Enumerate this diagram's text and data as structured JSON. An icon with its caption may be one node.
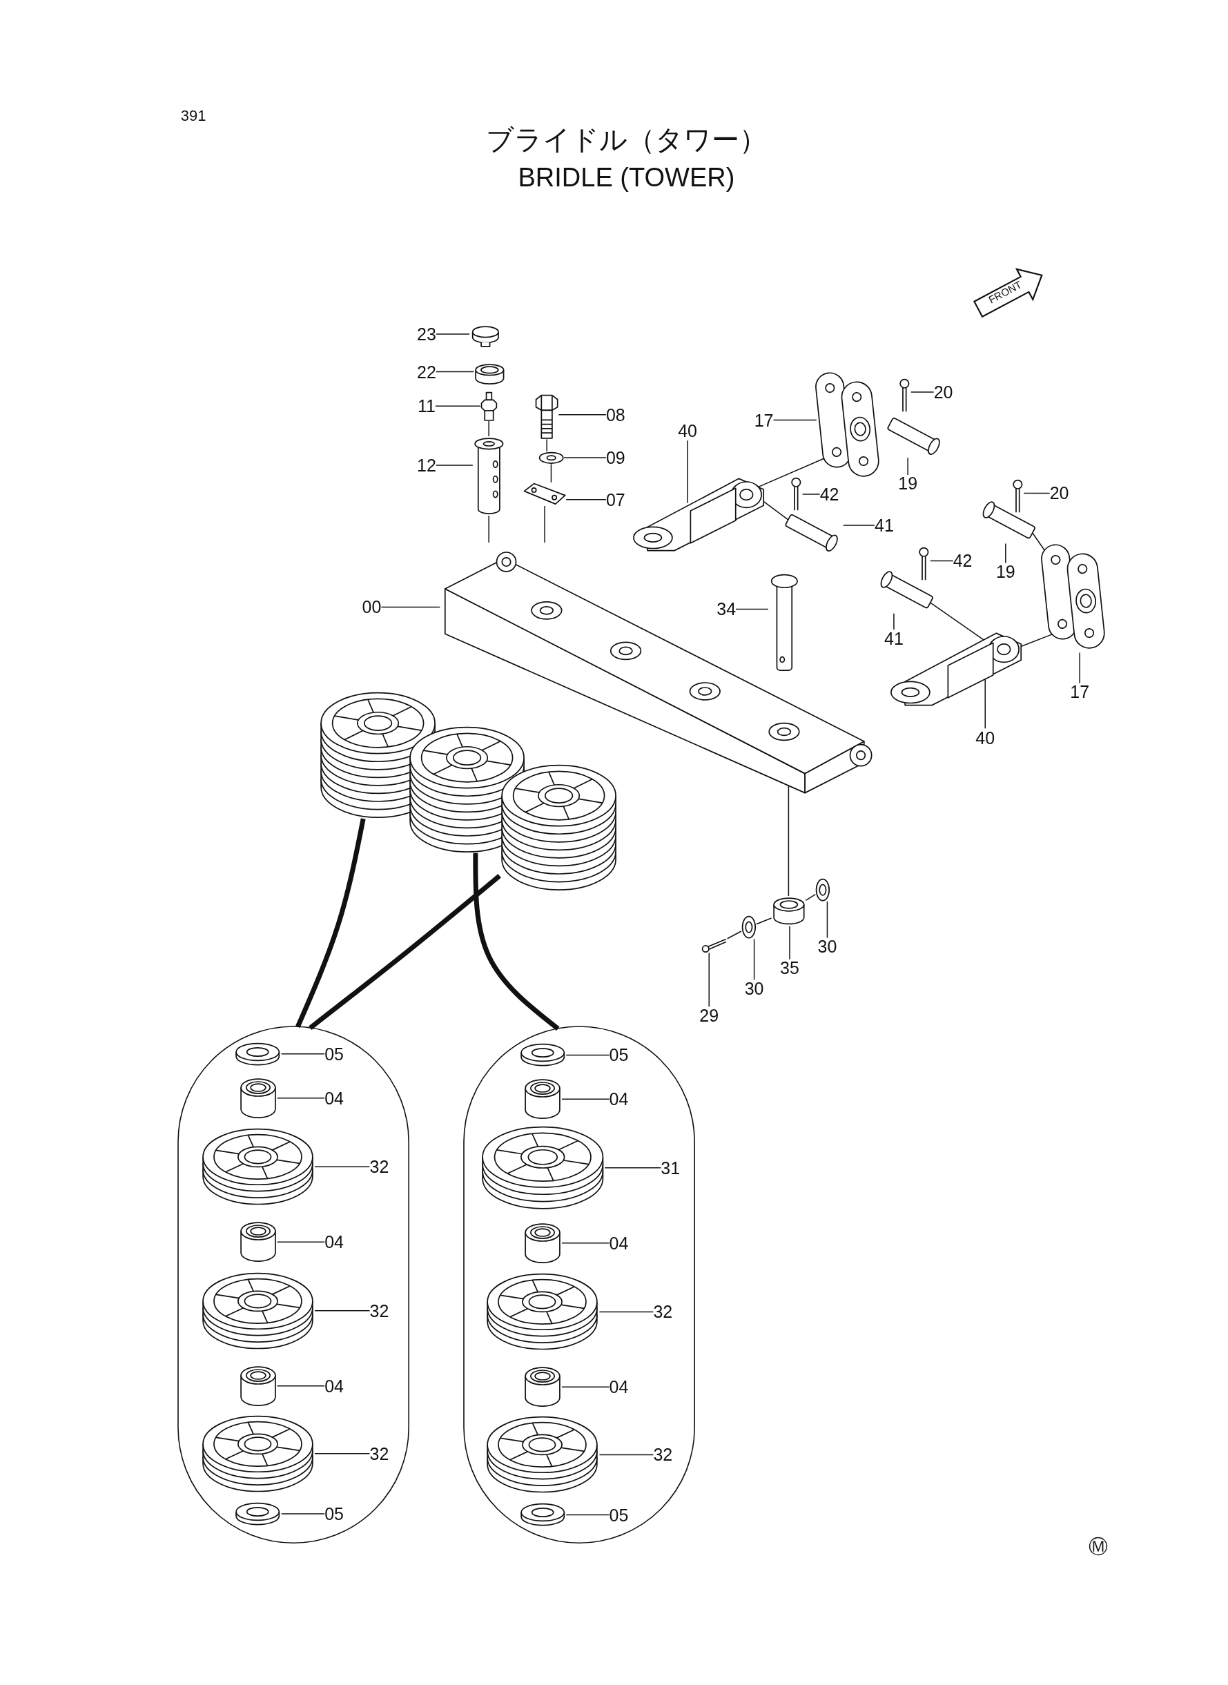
{
  "diagram": {
    "title": "ブライドル（タワー）",
    "nodes": [
      {
        "text": [
          "FRONT"
        ]
      },
      {
        "text": [
          "23"
        ]
      },
      {
        "text": [],
        "shape": "cylinder"
      },
      {
        "text": [
          "22"
        ]
      },
      {
        "text": [],
        "shape": "cylinder"
      },
      {
        "text": [
          "11"
        ]
      },
      {
        "text": [],
        "shape": "picture"
      },
      {
        "text": [
          "08"
        ]
      },
      {
        "text": [],
        "shape": "picture"
      },
      {
        "text": [
          "12"
        ]
      },
      {
        "text": [],
        "shape": "picture"
      },
      {
        "text": [
          "09"
        ]
      },
      {
        "text": [],
        "shape": "picture"
      },
      {
        "text": [
          "07"
        ]
      },
      {
        "text": [],
        "shape": "picture"
      },
      {
        "text": [
          "40"
        ]
      },
      {
        "text": [],
        "shape": "picture"
      },
      {
        "text": [
          "17"
        ]
      },
      {
        "text": [],
        "shape": "picture"
      },
      {
        "text": [
          "20"
        ]
      },
      {
        "text": [],
        "shape": "picture"
      },
      {
        "text": [
          "42"
        ]
      },
      {
        "text": [],
        "shape": "picture"
      },
      {
        "text": [
          "19"
        ]
      },
      {
        "text": [],
        "shape": "cylinder"
      },
      {
        "text": [
          "41"
        ]
      },
      {
        "text": [],
        "shape": "cylinder"
      },
      {
        "text": [
          "00"
        ]
      },
      {
        "text": [],
        "shape": "picture"
      },
      {
        "text": [
          "34"
        ]
      },
      {
        "text": [],
        "shape": "picture"
      },
      {
        "text": [
          "20"
        ]
      },
      {
        "text": [],
        "shape": "picture"
      },
      {
        "text": [
          "42"
        ]
      },
      {
        "text": [],
        "shape": "picture"
      },
      {
        "text": [
          "19"
        ]
      },
      {
        "text": [],
        "shape": "cylinder"
      },
      {
        "text": [
          "41"
        ]
      },
      {
        "text": [],
        "shape": "cylinder"
      },
      {
        "text": [
          "17"
        ]
      },
      {
        "text": [],
        "shape": "picture"
      },
      {
        "text": [
          "40"
        ]
      },
      {
        "text": [],
        "shape": "picture"
      },
      {
        "text": [],
        "shape": "picture"
      },
      {
        "text": [],
        "shape": "picture"
      },
      {
        "text": [],
        "shape": "picture"
      },
      {
        "text": [
          "35"
        ]
      },
      {
        "text": [],
        "shape": "cylinder"
      },
      {
        "text": [
          "30"
        ]
      },
      {
        "text": [],
        "shape": "picture"
      },
      {
        "text": [
          "30"
        ]
      },
      {
        "text": [],
        "shape": "picture"
      },
      {
        "text": [
          "29"
        ]
      },
      {
        "text": [],
        "shape": "picture"
      },
      {
        "text": [],
        "shape": "oval"
      },
      {
        "text": [
          "05"
        ],
        "in": 54
      },
      {
        "text": [],
        "shape": "picture",
        "in": 54
      },
      {
        "text": [
          "04"
        ],
        "in": 54
      },
      {
        "text": [],
        "shape": "cylinder",
        "in": 54
      },
      {
        "text": [
          "32"
        ],
        "in": 54
      },
      {
        "text": [],
        "shape": "picture",
        "in": 54
      },
      {
        "text": [
          "04"
        ],
        "in": 54
      },
      {
        "text": [],
        "shape": "cylinder",
        "in": 54
      },
      {
        "text": [
          "32"
        ],
        "in": 54
      },
      {
        "text": [],
        "shape": "picture",
        "in": 54
      },
      {
        "text": [
          "04"
        ],
        "in": 54
      },
      {
        "text": [],
        "shape": "cylinder",
        "in": 54
      },
      {
        "text": [
          "32"
        ],
        "in": 54
      },
      {
        "text": [],
        "shape": "picture",
        "in": 54
      },
      {
        "text": [
          "05"
        ],
        "in": 54
      },
      {
        "text": [],
        "shape": "picture",
        "in": 54
      },
      {
        "text": [],
        "shape": "oval"
      },
      {
        "text": [
          "05"
        ],
        "in": 71
      },
      {
        "text": [],
        "shape": "picture",
        "in": 71
      },
      {
        "text": [
          "04"
        ],
        "in": 71
      },
      {
        "text": [],
        "shape": "cylinder",
        "in": 71
      },
      {
        "text": [
          "31"
        ],
        "in": 71
      },
      {
        "text": [],
        "shape": "picture",
        "in": 71
      },
      {
        "text": [
          "04"
        ],
        "in": 71
      },
      {
        "text": [],
        "shape": "cylinder",
        "in": 71
      },
      {
        "text": [
          "32"
        ],
        "in": 71
      },
      {
        "text": [],
        "shape": "picture",
        "in": 71
      },
      {
        "text": [
          "04"
        ],
        "in": 71
      },
      {
        "text": [],
        "shape": "cylinder",
        "in": 71
      },
      {
        "text": [
          "32"
        ],
        "in": 71
      },
      {
        "text": [],
        "shape": "picture",
        "in": 71
      },
      {
        "text": [
          "05"
        ],
        "in": 71
      },
      {
        "text": [],
        "shape": "picture",
        "in": 71
      }
    ],
    "edges": [
      {
        "from": 1,
        "to": 2,
        "arrow": "none"
      },
      {
        "from": 3,
        "to": 4,
        "arrow": "none"
      },
      {
        "from": 5,
        "to": 6,
        "arrow": "none"
      },
      {
        "from": 7,
        "to": 8,
        "arrow": "none"
      },
      {
        "from": 9,
        "to": 10,
        "arrow": "none"
      },
      {
        "from": 11,
        "to": 12,
        "arrow": "none"
      },
      {
        "from": 13,
        "to": 14,
        "arrow": "none"
      },
      {
        "from": 15,
        "to": 16,
        "arrow": "none"
      },
      {
        "from": 17,
        "to": 18,
        "arrow": "none"
      },
      {
        "from": 19,
        "to": 20,
        "arrow": "none"
      },
      {
        "from": 21,
        "to": 22,
        "arrow": "none"
      },
      {
        "from": 23,
        "to": 24,
        "arrow": "none"
      },
      {
        "from": 25,
        "to": 26,
        "arrow": "none"
      },
      {
        "from": 27,
        "to": 28,
        "arrow": "none"
      },
      {
        "from": 29,
        "to": 30,
        "arrow": "none"
      },
      {
        "from": 31,
        "to": 32,
        "arrow": "none"
      },
      {
        "from": 33,
        "to": 34,
        "arrow": "none"
      },
      {
        "from": 35,
        "to": 36,
        "arrow": "none"
      },
      {
        "from": 37,
        "to": 38,
        "arrow": "none"
      },
      {
        "from": 39,
        "to": 40,
        "arrow": "none"
      },
      {
        "from": 41,
        "to": 42,
        "arrow": "none"
      },
      {
        "from": 46,
        "to": 47,
        "arrow": "none"
      },
      {
        "from": 48,
        "to": 49,
        "arrow": "none"
      },
      {
        "from": 50,
        "to": 51,
        "arrow": "none"
      },
      {
        "from": 52,
        "to": 53,
        "arrow": "none"
      },
      {
        "from": 55,
        "to": 56,
        "arrow": "none"
      },
      {
        "from": 57,
        "to": 58,
        "arrow": "none"
      },
      {
        "from": 59,
        "to": 60,
        "arrow": "none"
      },
      {
        "from": 61,
        "to": 62,
        "arrow": "none"
      },
      {
        "from": 63,
        "to": 64,
        "arrow": "none"
      },
      {
        "from": 65,
        "to": 66,
        "arrow": "none"
      },
      {
        "from": 67,
        "to": 68,
        "arrow": "none"
      },
      {
        "from": 69,
        "to": 70,
        "arrow": "none"
      },
      {
        "from": 72,
        "to": 73,
        "arrow": "none"
      },
      {
        "from": 74,
        "to": 75,
        "arrow": "none"
      },
      {
        "from": 76,
        "to": 77,
        "arrow": "none"
      },
      {
        "from": 78,
        "to": 79,
        "arrow": "none"
      },
      {
        "from": 80,
        "to": 81,
        "arrow": "none"
      },
      {
        "from": 82,
        "to": 83,
        "arrow": "none"
      },
      {
        "from": 84,
        "to": 85,
        "arrow": "none"
      },
      {
        "from": 86,
        "to": 87,
        "arrow": "none"
      },
      {
        "from": 6,
        "to": 10,
        "arrow": "none"
      },
      {
        "from": 10,
        "to": 28,
        "arrow": "none"
      },
      {
        "from": 8,
        "to": 12,
        "arrow": "none"
      },
      {
        "from": 12,
        "to": 14,
        "arrow": "none"
      },
      {
        "from": 14,
        "to": 28,
        "arrow": "none"
      },
      {
        "from": 18,
        "to": 16,
        "arrow": "none"
      },
      {
        "from": 26,
        "to": 16,
        "arrow": "none"
      },
      {
        "from": 36,
        "to": 40,
        "arrow": "none"
      },
      {
        "from": 38,
        "to": 42,
        "arrow": "none"
      },
      {
        "from": 40,
        "to": 42,
        "arrow": "none"
      },
      {
        "from": 28,
        "to": 47,
        "arrow": "none"
      },
      {
        "from": 47,
        "to": 49,
        "arrow": "none"
      },
      {
        "from": 47,
        "to": 51,
        "arrow": "none"
      },
      {
        "from": 53,
        "to": 51,
        "arrow": "none"
      },
      {
        "from": 43,
        "to": 54,
        "arrow": "none",
        "style": "thick"
      },
      {
        "from": 45,
        "to": 54,
        "arrow": "none",
        "style": "thick"
      },
      {
        "from": 44,
        "to": 71,
        "arrow": "none",
        "style": "thick"
      }
    ],
    "labels": [
      "391",
      "BRIDLE (TOWER)",
      "Ⓜ"
    ]
  }
}
